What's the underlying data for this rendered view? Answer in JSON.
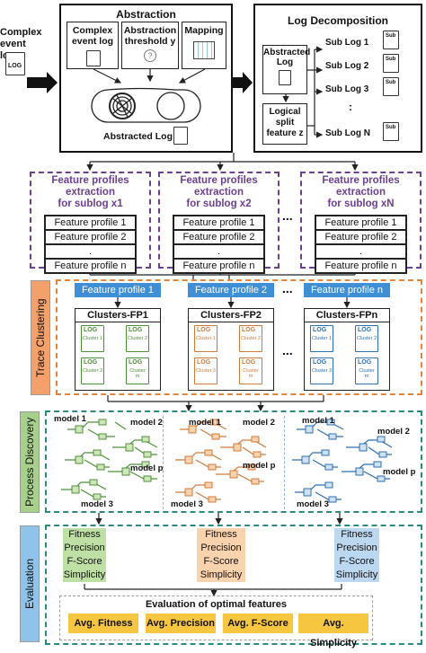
{
  "input": {
    "label_line1": "Complex",
    "label_line2": "event log",
    "doc_tag": "LOG"
  },
  "abstraction": {
    "title": "Abstraction",
    "complex_event_log": "Complex event log",
    "threshold_line1": "Abstraction",
    "threshold_line2": "threshold y",
    "mapping": "Mapping",
    "abstracted_log": "Abstracted Log"
  },
  "decomposition": {
    "title": "Log Decomposition",
    "abstracted_log_line1": "Abstracted",
    "abstracted_log_line2": "Log",
    "logical_split_line1": "Logical",
    "logical_split_line2": "split",
    "logical_split_line3": "feature z",
    "sublogs": [
      "Sub Log 1",
      "Sub Log 2",
      "Sub Log 3",
      "Sub Log N"
    ],
    "ellipsis": ":"
  },
  "feature_extraction": {
    "panels": [
      {
        "title_line1": "Feature profiles extraction",
        "title_line2": "for sublog x1"
      },
      {
        "title_line1": "Feature profiles extraction",
        "title_line2": "for sublog x2"
      },
      {
        "title_line1": "Feature profiles extraction",
        "title_line2": "for sublog xN"
      }
    ],
    "rows": [
      "Feature profile 1",
      "Feature profile 2",
      ".",
      "Feature profile n"
    ],
    "dots": "..."
  },
  "trace_clustering": {
    "label": "Trace Clustering",
    "profiles": [
      "Feature profile 1",
      "Feature profile 2",
      "Feature profile n"
    ],
    "clusters": [
      {
        "title": "Clusters-FP1",
        "color": "#4f8f3a"
      },
      {
        "title": "Clusters-FP2",
        "color": "#d07a3a"
      },
      {
        "title": "Clusters-FPn",
        "color": "#2e6fb0"
      }
    ],
    "cluster_names": [
      "Cluster 1",
      "Cluster 2",
      "Cluster 3",
      "Cluster m"
    ],
    "dots": "..."
  },
  "process_discovery": {
    "label": "Process Discovery",
    "models": [
      "model 1",
      "model 2",
      "model p",
      "model 3"
    ]
  },
  "evaluation": {
    "label": "Evaluation",
    "metrics": [
      "Fitness",
      "Precision",
      "F-Score",
      "Simplicity"
    ],
    "metric_colors": [
      "#bfe0a5",
      "#f9d2ae",
      "#bcd7f0"
    ],
    "optimal_title": "Evaluation of optimal features",
    "avgs": [
      "Avg. Fitness",
      "Avg. Precision",
      "Avg. F-Score",
      "Avg. Simplicity"
    ]
  }
}
